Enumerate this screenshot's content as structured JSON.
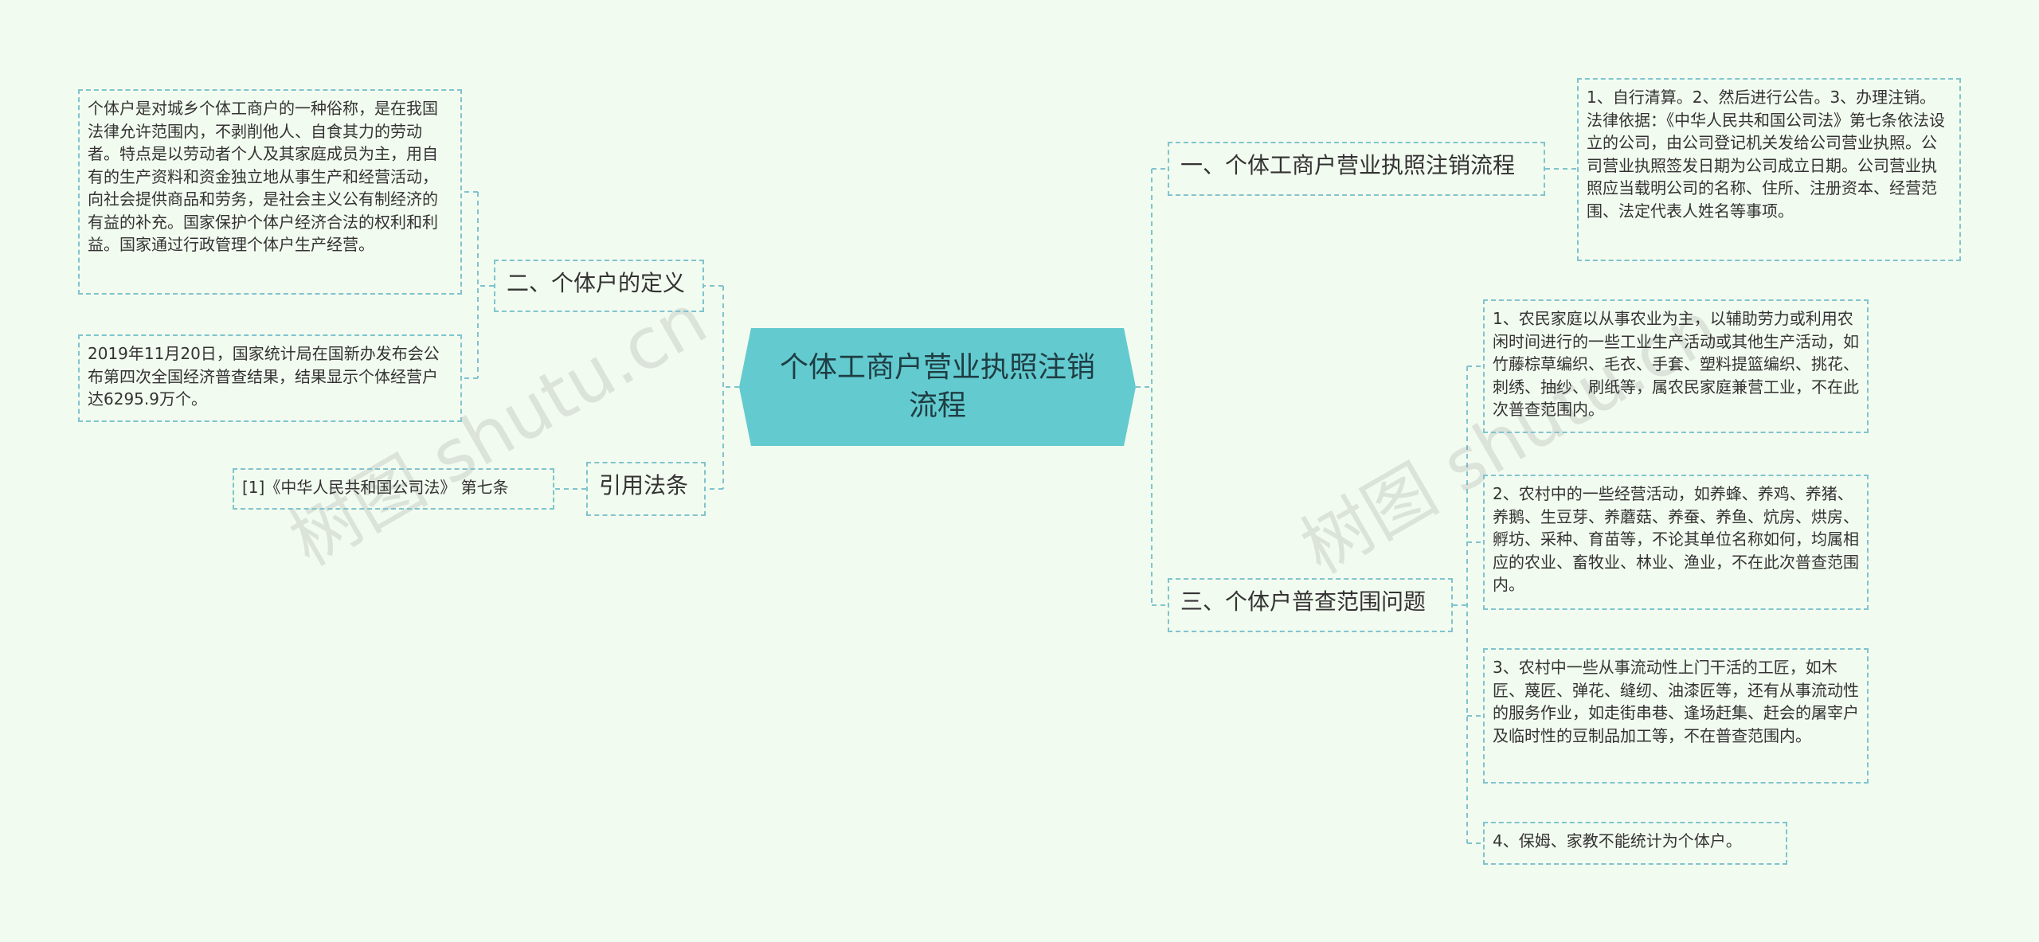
{
  "root": {
    "label": "个体工商户营业执照注销流程"
  },
  "branches": {
    "b1": {
      "label": "一、个体工商户营业执照注销流程"
    },
    "b2": {
      "label": "二、个体户的定义"
    },
    "b3": {
      "label": "三、个体户普查范围问题"
    },
    "b4": {
      "label": "引用法条"
    }
  },
  "leaves": {
    "b1_1": "1、自行清算。2、然后进行公告。3、办理注销。法律依据：《中华人民共和国公司法》第七条依法设立的公司，由公司登记机关发给公司营业执照。公司营业执照签发日期为公司成立日期。公司营业执照应当载明公司的名称、住所、注册资本、经营范围、法定代表人姓名等事项。",
    "b2_1": "个体户是对城乡个体工商户的一种俗称，是在我国法律允许范围内，不剥削他人、自食其力的劳动者。特点是以劳动者个人及其家庭成员为主，用自有的生产资料和资金独立地从事生产和经营活动，向社会提供商品和劳务，是社会主义公有制经济的有益的补充。国家保护个体户经济合法的权利和利益。国家通过行政管理个体户生产经营。",
    "b2_2": "2019年11月20日，国家统计局在国新办发布会公布第四次全国经济普查结果，结果显示个体经营户达6295.9万个。",
    "b3_1": "1、农民家庭以从事农业为主，以辅助劳力或利用农闲时间进行的一些工业生产活动或其他生产活动，如竹藤棕草编织、毛衣、手套、塑料提篮编织、挑花、刺绣、抽纱、刷纸等，属农民家庭兼营工业，不在此次普查范围内。",
    "b3_2": "2、农村中的一些经营活动，如养蜂、养鸡、养猪、养鹅、生豆芽、养蘑菇、养蚕、养鱼、炕房、烘房、孵坊、采种、育苗等，不论其单位名称如何，均属相应的农业、畜牧业、林业、渔业，不在此次普查范围内。",
    "b3_3": "3、农村中一些从事流动性上门干活的工匠，如木匠、蔑匠、弹花、缝纫、油漆匠等，还有从事流动性的服务作业，如走街串巷、逢场赶集、赶会的屠宰户及临时性的豆制品加工等，不在普查范围内。",
    "b3_4": "4、保姆、家教不能统计为个体户。",
    "b4_1": "[1]《中华人民共和国公司法》 第七条"
  },
  "watermark": "树图 shutu.cn",
  "colors": {
    "background": "#f2fbef",
    "root": "#63cbcf",
    "line": "#7fc4cf"
  }
}
